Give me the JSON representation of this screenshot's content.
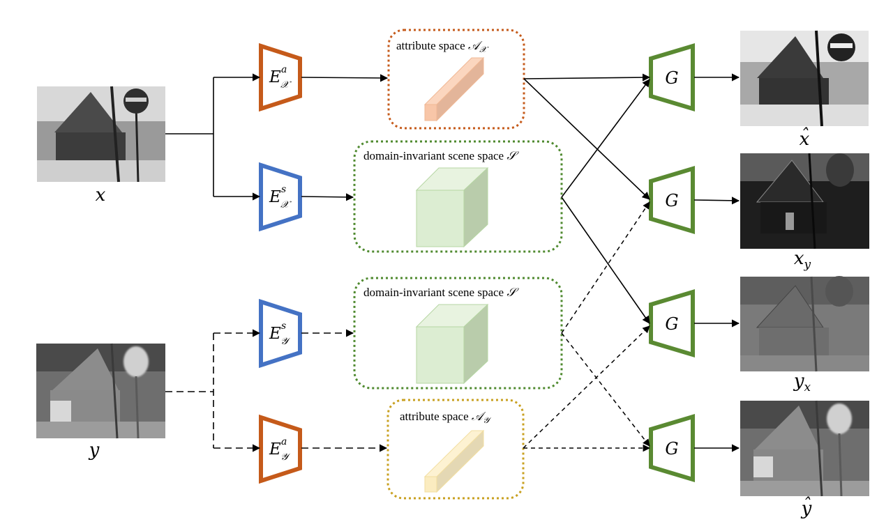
{
  "inputs": {
    "x": {
      "label": "x"
    },
    "y": {
      "label": "y"
    }
  },
  "encoders": {
    "attr_x": {
      "main": "E",
      "sup": "a",
      "sub": "𝒳",
      "color": "#c55a1a"
    },
    "scene_x": {
      "main": "E",
      "sup": "s",
      "sub": "𝒳",
      "color": "#4472c4"
    },
    "scene_y": {
      "main": "E",
      "sup": "s",
      "sub": "𝒴",
      "color": "#4472c4"
    },
    "attr_y": {
      "main": "E",
      "sup": "a",
      "sub": "𝒴",
      "color": "#c55a1a"
    }
  },
  "spaces": {
    "attr_x": {
      "text": "attribute  space ",
      "symbol": "𝒜",
      "sub": "𝒳",
      "border": "#c55a1a",
      "fill": "#f8c6a8"
    },
    "scene_1": {
      "text": "domain-invariant scene space ",
      "symbol": "𝒮",
      "border": "#4f8a2f",
      "fill": "#dcedd2"
    },
    "scene_2": {
      "text": "domain-invariant scene space ",
      "symbol": "𝒮",
      "border": "#4f8a2f",
      "fill": "#dcedd2"
    },
    "attr_y": {
      "text": "attribute  space ",
      "symbol": "𝒜",
      "sub": "𝒴",
      "border": "#c8a020",
      "fill": "#fbecc0"
    }
  },
  "generator": {
    "label": "G",
    "color": "#5a8a32"
  },
  "outputs": {
    "x_hat": {
      "base": "x",
      "accent": "ˆ"
    },
    "x_y": {
      "base": "x",
      "sub": "y"
    },
    "y_x": {
      "base": "y",
      "sub": "x"
    },
    "y_hat": {
      "base": "y",
      "accent": "ˆ"
    }
  }
}
